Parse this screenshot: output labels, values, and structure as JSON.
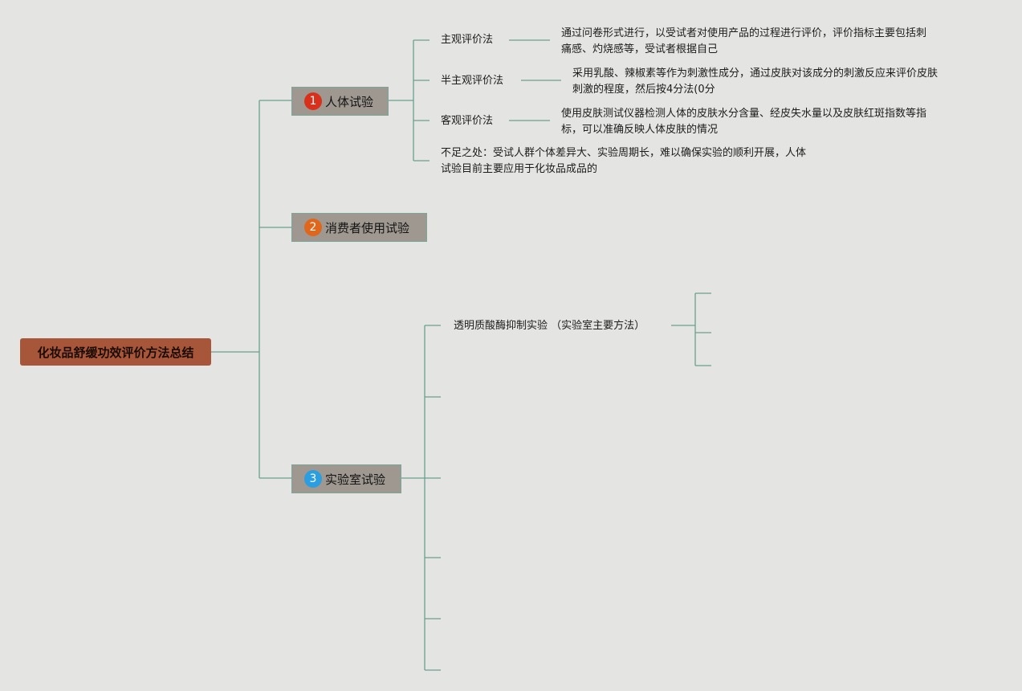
{
  "root": {
    "label": "化妆品舒缓功效评价方法总结"
  },
  "branches": [
    {
      "number": "1",
      "label": "人体试验",
      "color": "#d9301c",
      "children": [
        {
          "label": "主观评价法",
          "detail": [
            "通过问卷形式进行，以受试者对使用产品的过程进行评价，评价指标主要包括刺",
            "痛感、灼烧感等，受试者根据自己"
          ]
        },
        {
          "label": "半主观评价法",
          "detail": [
            "采用乳酸、辣椒素等作为刺激性成分，通过皮肤对该成分的刺激反应来评价皮肤",
            "刺激的程度，然后按4分法(0分"
          ]
        },
        {
          "label": "客观评价法",
          "detail": [
            "使用皮肤测试仪器检测人体的皮肤水分含量、经皮失水量以及皮肤红斑指数等指",
            "标，可以准确反映人体皮肤的情况"
          ]
        },
        {
          "label": [
            "不足之处：受试人群个体差异大、实验周期长，难以确保实验的顺利开展，人体",
            "试验目前主要应用于化妆品成品的"
          ]
        }
      ]
    },
    {
      "number": "2",
      "label": "消费者使用试验",
      "color": "#e0661c",
      "children": []
    },
    {
      "number": "3",
      "label": "实验室试验",
      "color": "#2a9ee0",
      "children": [
        {
          "label": "透明质酸酶抑制实验 （实验室主要方法）"
        }
      ]
    }
  ],
  "colors": {
    "background": "#e4e4e2",
    "connector": "#6aa090",
    "root_fill": "#a8563a",
    "branch_fill": "#9e9890"
  }
}
